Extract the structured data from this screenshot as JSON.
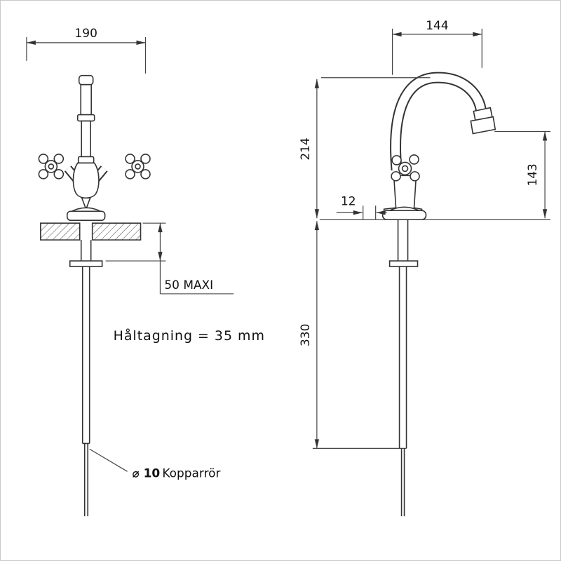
{
  "drawing": {
    "dims": {
      "front_width": "190",
      "side_reach": "144",
      "spout_height": "214",
      "outlet_height": "143",
      "flange_offset": "12",
      "pipe_length": "330",
      "max_deck": "50 MAXI"
    },
    "notes": {
      "hole": "Håltagning = 35 mm",
      "pipe_dia": "⌀ 10",
      "pipe_name": "Kopparrör"
    },
    "colors": {
      "line": "#333333",
      "text": "#111111",
      "background": "#ffffff"
    }
  }
}
